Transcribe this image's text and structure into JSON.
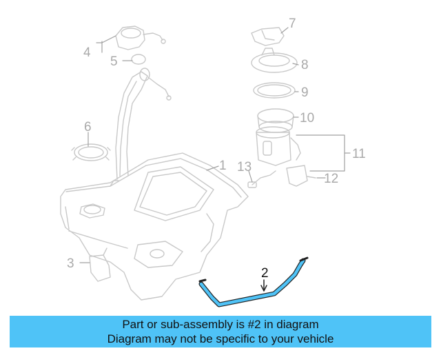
{
  "diagram": {
    "callouts": {
      "p1": "1",
      "p2": "2",
      "p3": "3",
      "p4": "4",
      "p5": "5",
      "p6": "6",
      "p7": "7",
      "p8": "8",
      "p9": "9",
      "p10": "10",
      "p11": "11",
      "p12": "12",
      "p13": "13"
    },
    "highlight_color": "#4fc3f7",
    "faded_color": "#c8c8c8"
  },
  "banner": {
    "line1": "Part or sub-assembly is #2 in diagram",
    "line2": "Diagram may not be specific to your vehicle",
    "color": "#4fc3f7"
  }
}
